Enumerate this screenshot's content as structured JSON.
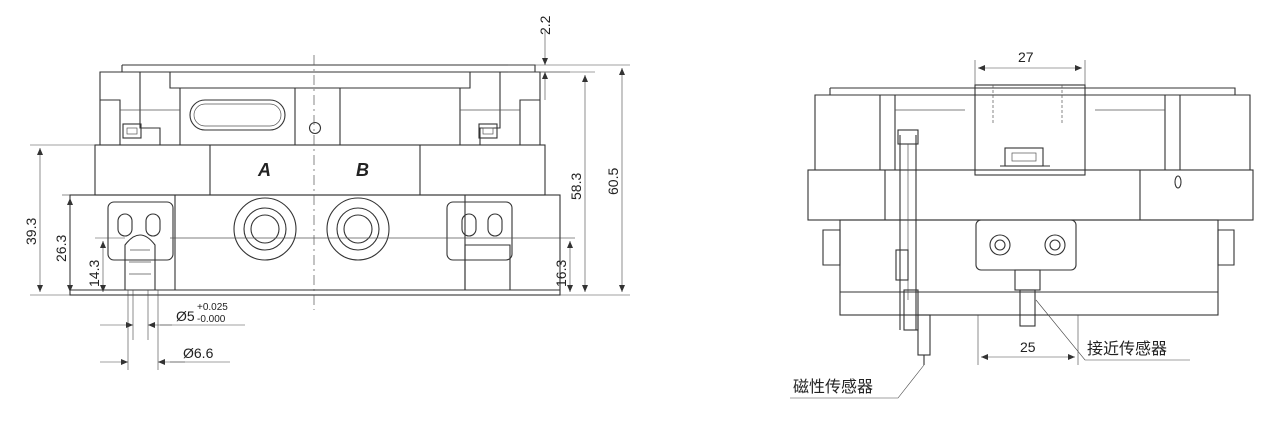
{
  "left_view": {
    "label_a": "A",
    "label_b": "B",
    "dims": {
      "d_2_2": "2.2",
      "d_58_3": "58.3",
      "d_60_5": "60.5",
      "d_39_3": "39.3",
      "d_26_3": "26.3",
      "d_14_3": "14.3",
      "d_16_3": "16.3",
      "d_phi5": "Ø5",
      "d_phi5_tol_upper": "+0.025",
      "d_phi5_tol_lower": "-0.000",
      "d_phi6_6": "Ø6.6"
    }
  },
  "right_view": {
    "dims": {
      "d_27": "27",
      "d_25": "25"
    },
    "callouts": {
      "proximity_sensor": "接近传感器",
      "magnetic_sensor": "磁性传感器"
    }
  }
}
